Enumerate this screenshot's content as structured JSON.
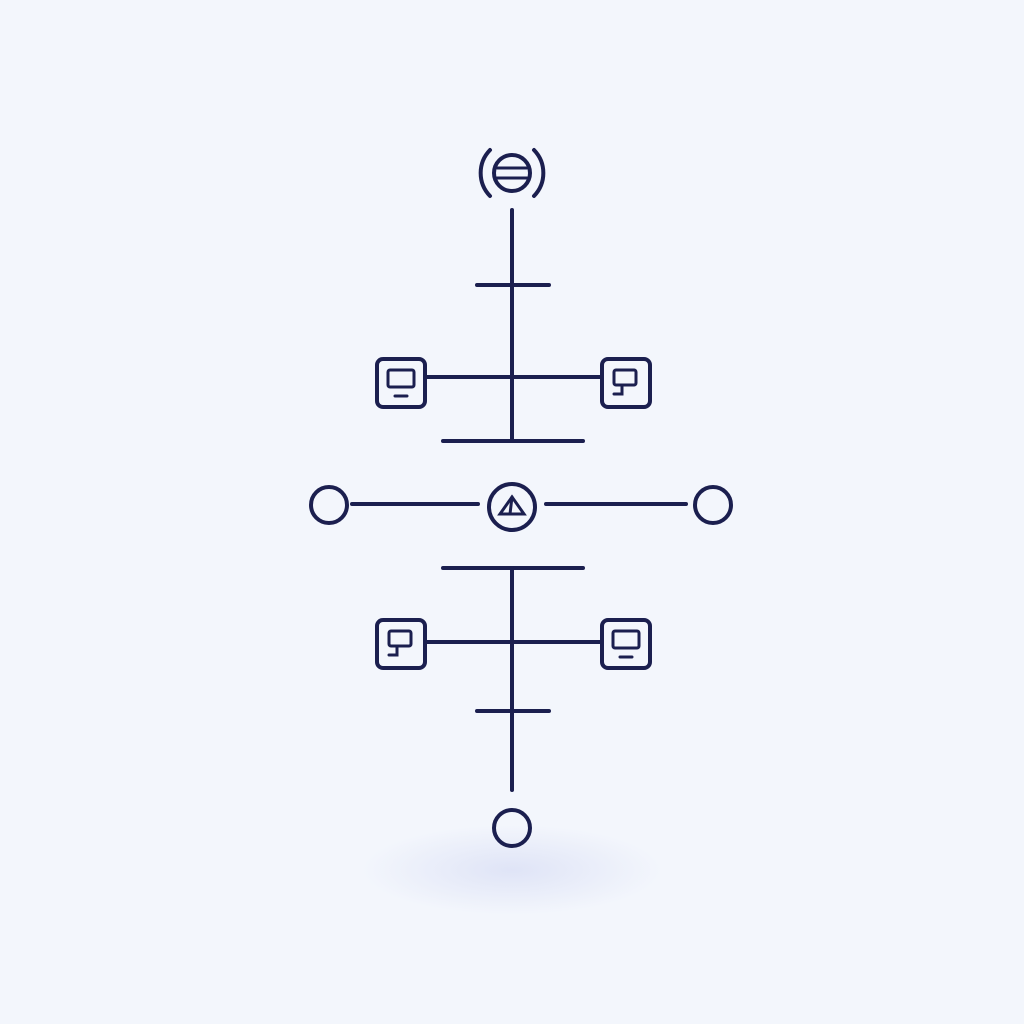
{
  "diagram": {
    "style": {
      "background": "#f3f6fc",
      "line_color": "#1b1f4f",
      "node_fill": "#ffffff",
      "shadow_color": "#dde2f6"
    },
    "nodes": [
      {
        "id": "root",
        "icon": "globe-icon"
      },
      {
        "id": "switch",
        "icon": "router-icon"
      },
      {
        "id": "device-top-left",
        "icon": "monitor-icon"
      },
      {
        "id": "device-top-right",
        "icon": "terminal-icon"
      },
      {
        "id": "device-bottom-left",
        "icon": "terminal-icon"
      },
      {
        "id": "device-bottom-right",
        "icon": "monitor-icon"
      },
      {
        "id": "endpoint-left",
        "icon": "circle-node"
      },
      {
        "id": "endpoint-right",
        "icon": "circle-node"
      },
      {
        "id": "endpoint-bottom",
        "icon": "circle-node"
      }
    ]
  }
}
